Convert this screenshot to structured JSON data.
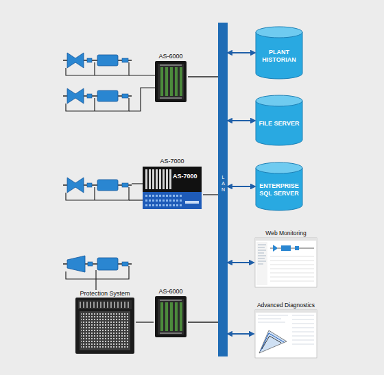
{
  "diagram": {
    "nodes": [
      {
        "text": [
          "AS-6000"
        ]
      },
      {
        "text": [
          "AS-7000",
          "AS-7000"
        ]
      },
      {
        "text": [
          "Protection System"
        ]
      },
      {
        "text": [
          "AS-6000"
        ]
      },
      {
        "text": [
          "LAN"
        ]
      },
      {
        "text": [
          "PLANT HISTORIAN"
        ]
      },
      {
        "text": [
          "FILE SERVER"
        ]
      },
      {
        "text": [
          "ENTERPRISE SQL SERVER"
        ]
      },
      {
        "text": [
          "Web Monitoring"
        ]
      },
      {
        "text": [
          "Advanced Diagnostics"
        ]
      }
    ],
    "edges": [
      {
        "from": 0,
        "to": 4,
        "arrow": "none"
      },
      {
        "from": 1,
        "to": 4,
        "arrow": "none"
      },
      {
        "from": 2,
        "to": 3,
        "arrow": "none"
      },
      {
        "from": 3,
        "to": 4,
        "arrow": "none"
      },
      {
        "from": 4,
        "to": 5,
        "arrow": "both"
      },
      {
        "from": 4,
        "to": 6,
        "arrow": "both"
      },
      {
        "from": 4,
        "to": 7,
        "arrow": "both"
      },
      {
        "from": 4,
        "to": 8,
        "arrow": "both"
      },
      {
        "from": 4,
        "to": 9,
        "arrow": "both"
      }
    ]
  }
}
